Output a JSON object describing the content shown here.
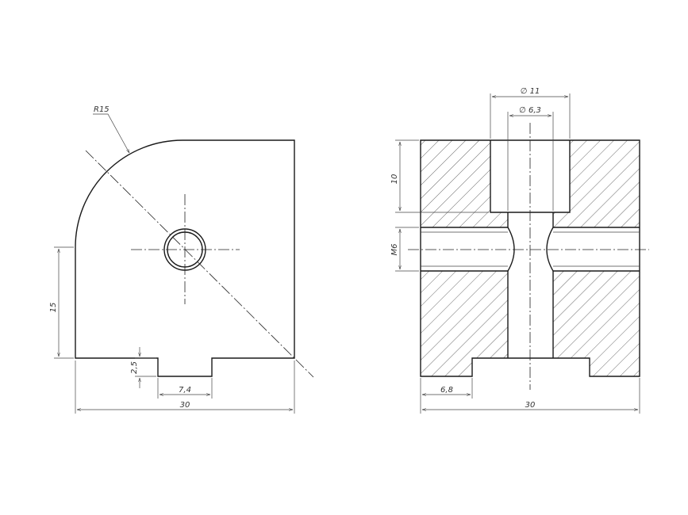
{
  "left_view": {
    "radius_label": "R15",
    "height_label": "15",
    "slot_depth_label": "2,5",
    "slot_width_label": "7,4",
    "width_label": "30"
  },
  "right_view": {
    "counterbore_dia_label": "∅ 11",
    "hole_dia_label": "∅ 6,3",
    "counterbore_depth_label": "10",
    "thread_label": "M6",
    "offset_label": "6,8",
    "width_label": "30"
  }
}
